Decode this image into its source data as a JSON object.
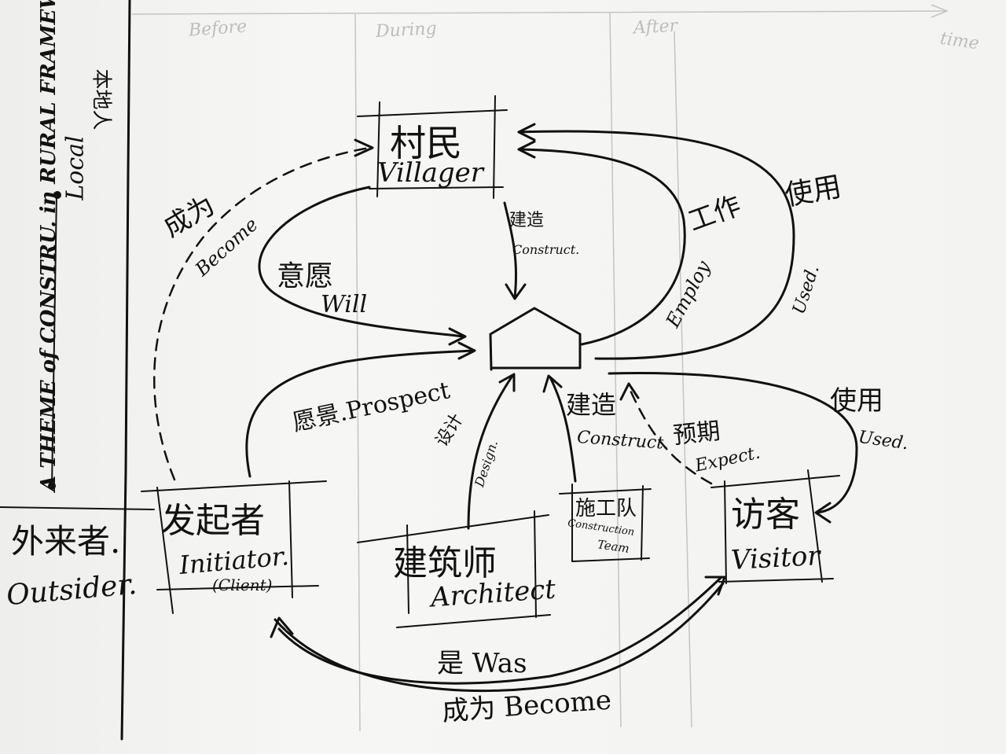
{
  "phases": {
    "before": "Before",
    "during": "During",
    "after": "After",
    "time": "time"
  },
  "side": {
    "title": "A THEME of CONSTRU. in RURAL FRAMEWORK.",
    "local_zh": "本地人",
    "local_en": "Local",
    "outsider_zh": "外来者.",
    "outsider_en": "Outsider."
  },
  "nodes": {
    "villager_zh": "村民",
    "villager_en": "Villager",
    "initiator_zh": "发起者",
    "initiator_en": "Initiator.",
    "initiator_sub": "(Client)",
    "architect_zh": "建筑师",
    "architect_en": "Architect",
    "team_zh": "施工队",
    "team_en1": "Construction",
    "team_en2": "Team",
    "visitor_zh": "访客",
    "visitor_en": "Visitor"
  },
  "edges": {
    "become_zh": "成为",
    "become_en": "Become",
    "will_zh": "意愿",
    "will_en": "Will",
    "construct_zh": "建造",
    "construct_en": "Construct.",
    "employ_zh": "工作",
    "employ_en": "Employ",
    "used_zh": "使用",
    "used_en": "Used.",
    "prospect": "愿景.Prospect",
    "design_zh": "设计",
    "design_en": "Design.",
    "construct2_zh": "建造",
    "construct2_en": "Construct.",
    "expect_zh": "预期",
    "expect_en": "Expect.",
    "used2_zh": "使用",
    "used2_en": "Used.",
    "was": "是 Was",
    "become2": "成为 Become"
  }
}
